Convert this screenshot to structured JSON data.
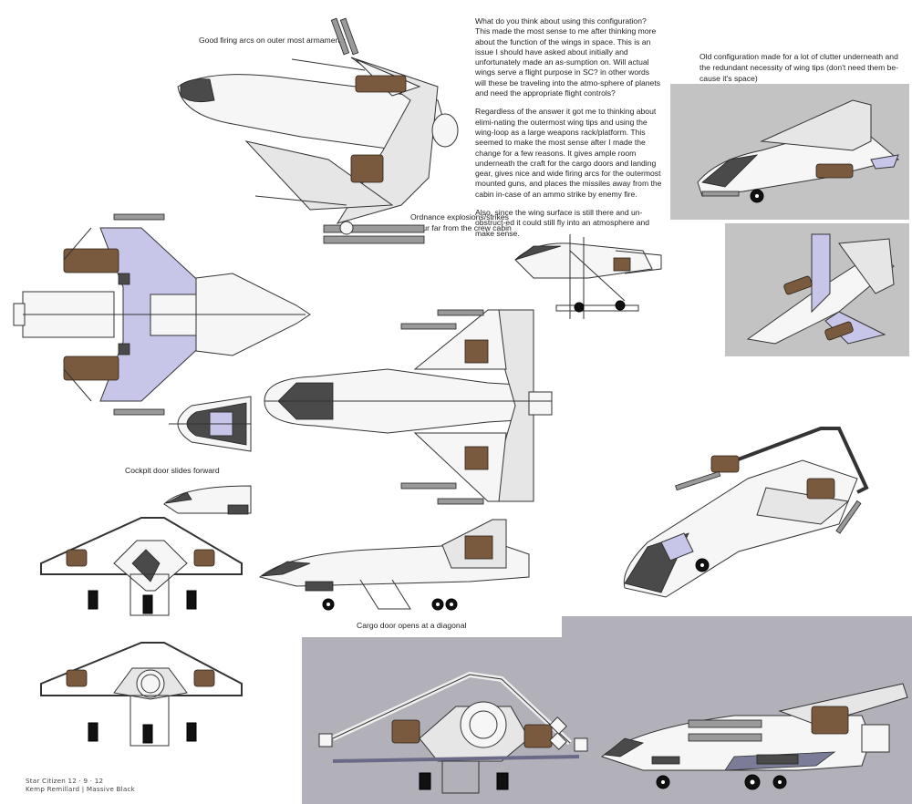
{
  "sheet": {
    "background": "#ffffff",
    "panel_colors": {
      "upper_right": "#c3c3c3",
      "bottom": "#b2b1ba"
    },
    "accent_colors": {
      "wing_tint": "#c7c6e8",
      "missile_brown": "#7a5a3e",
      "canopy_dark": "#4a4a4a"
    }
  },
  "annotations": {
    "firing_arcs": "Good firing arcs on outer most armaments",
    "ordnance_line1": "Ordnance explosions/strikes",
    "ordnance_line2": "occur far from the crew cabin",
    "cockpit_door": "Cockpit door slides forward",
    "cargo_door": "Cargo door opens at a diagonal",
    "old_config": "Old configuration made for a lot of clutter underneath and the redundant necessity of wing tips (don't need them be-cause it's space)"
  },
  "description": {
    "paragraphs": [
      "What do you think about using this configuration? This made the most sense to me after thinking more about the function of the wings in space. This is an issue I should have asked about initially and unfortunately made an as-sumption on. Will actual wings serve a flight purpose in SC? in other words will these be traveling into the atmo-sphere of planets and need the appropriate flight controls?",
      "Regardless of the answer it got me to thinking about elimi-nating the outermost wing tips and using the wing-loop as a large weapons rack/platform. This seemed to make the most sense after I made the change for a few reasons. It gives ample room underneath the craft for the cargo doors and landing gear, gives nice and wide firing arcs for the outermost mounted guns, and places the missiles away from the cabin in-case of an ammo strike by enemy fire.",
      "Also, since the wing surface is still there and un-obstruct-ed it could still fly into an atmosphere and make sense."
    ]
  },
  "credits": {
    "line1": "Star Citizen 12 · 9 · 12",
    "line2": "Kemp Remillard | Massive Black"
  },
  "views": [
    {
      "id": "perspective-top",
      "label": "Perspective view from above"
    },
    {
      "id": "top-plan-wings",
      "label": "Top view with wings"
    },
    {
      "id": "cockpit-detail",
      "label": "Cockpit closeup"
    },
    {
      "id": "front-view",
      "label": "Front view"
    },
    {
      "id": "rear-view",
      "label": "Rear view"
    },
    {
      "id": "underside-plan",
      "label": "Underside view"
    },
    {
      "id": "side-view",
      "label": "Side view"
    },
    {
      "id": "boarding-stairs",
      "label": "Side view with boarding stairs"
    },
    {
      "id": "old-config-perspective",
      "label": "Old configuration perspective"
    },
    {
      "id": "old-config-underside",
      "label": "Old configuration underside"
    },
    {
      "id": "three-quarter-front",
      "label": "Three-quarter front view"
    },
    {
      "id": "rear-perspective",
      "label": "Rear perspective view"
    },
    {
      "id": "side-perspective",
      "label": "Side perspective view"
    }
  ]
}
